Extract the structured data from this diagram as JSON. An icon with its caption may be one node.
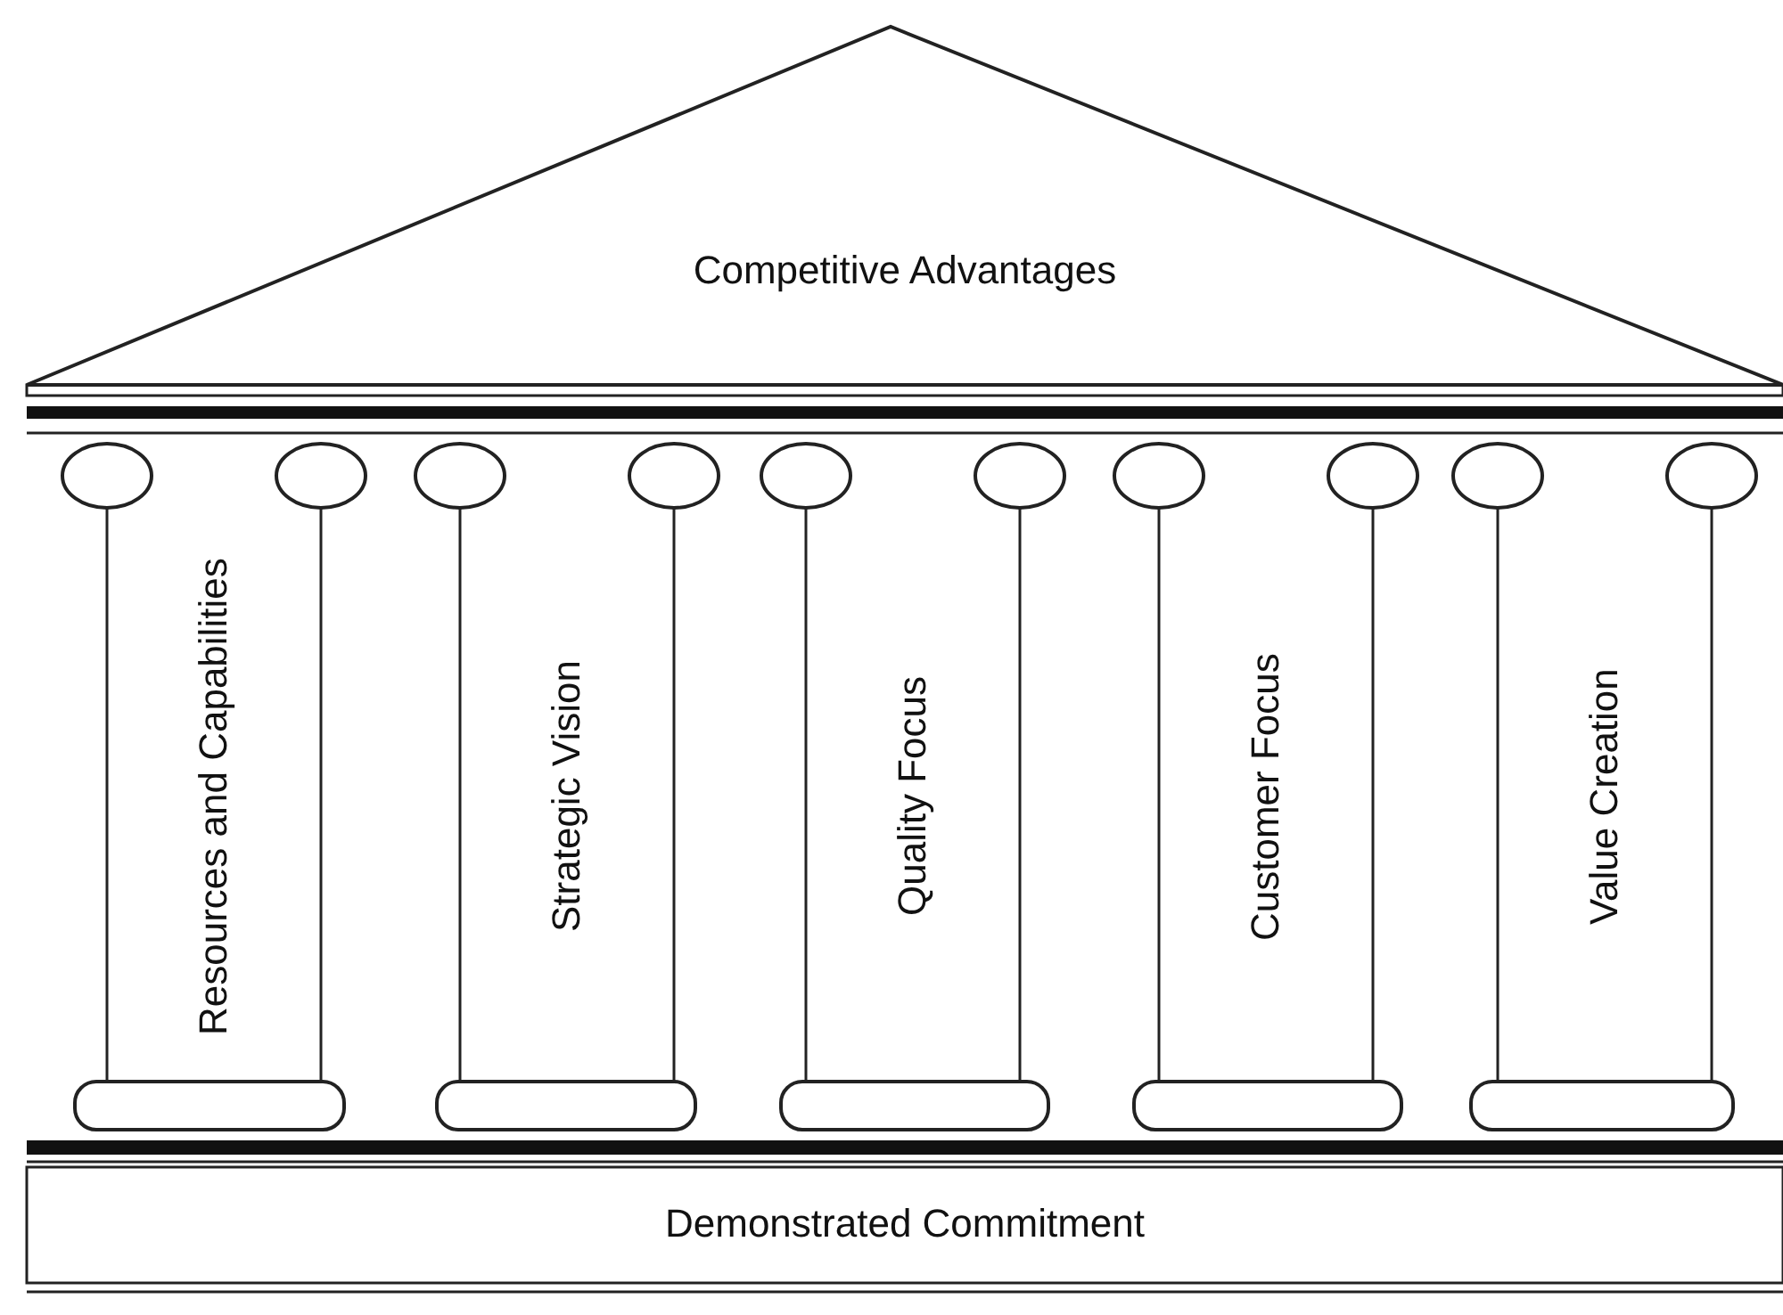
{
  "diagram": {
    "nodes": [
      {
        "text": [
          "Competitive Advantages"
        ]
      },
      {
        "text": [
          "Resources and Capabilities"
        ]
      },
      {
        "text": [
          "Strategic Vision"
        ]
      },
      {
        "text": [
          "Quality Focus"
        ]
      },
      {
        "text": [
          "Customer Focus"
        ]
      },
      {
        "text": [
          "Value Creation"
        ]
      },
      {
        "text": [
          "Demonstrated Commitment"
        ]
      }
    ]
  }
}
